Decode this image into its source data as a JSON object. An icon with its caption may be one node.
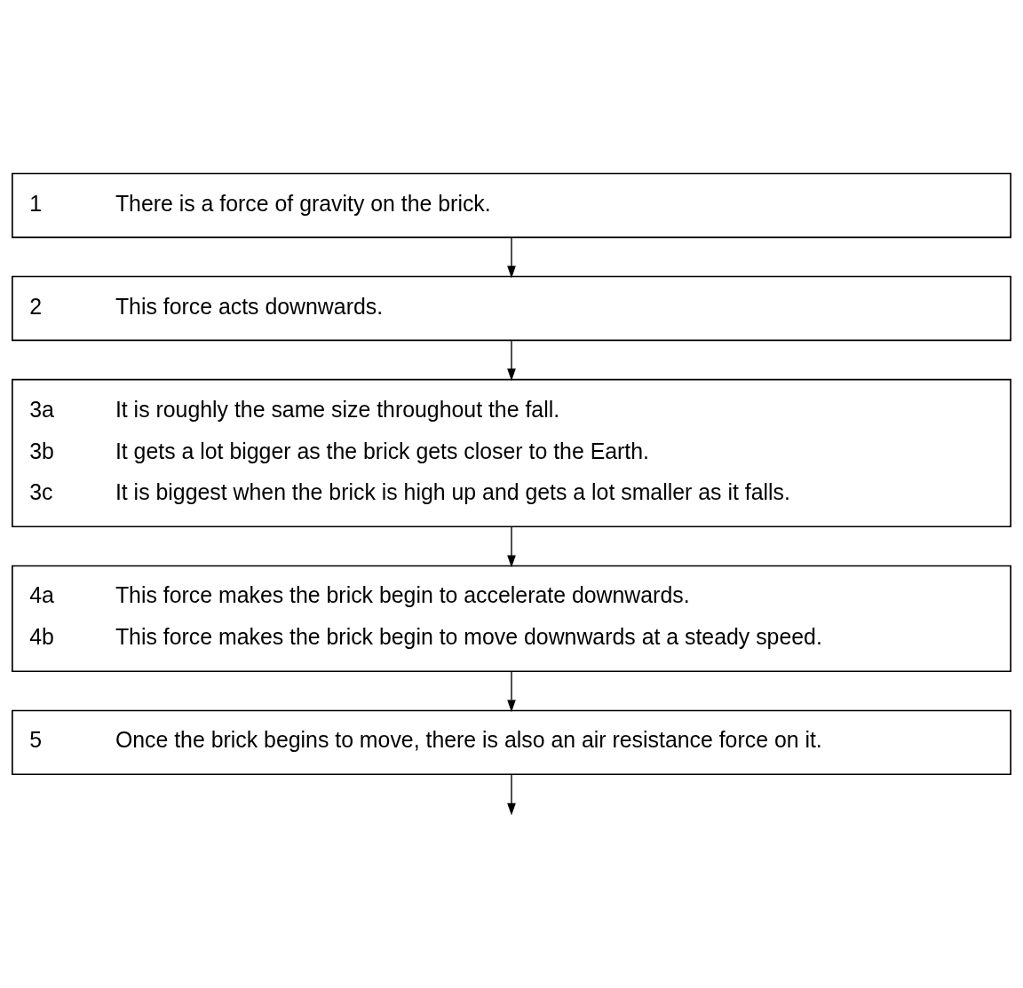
{
  "diagram": {
    "nodes": [
      {
        "text": [
          "1",
          "There is a force of gravity on the brick."
        ]
      },
      {
        "text": [
          "2",
          "This force acts downwards."
        ]
      },
      {
        "text": [
          "3a",
          "It is roughly the same size throughout the fall.",
          "3b",
          "It gets a lot bigger as the brick gets closer to the Earth.",
          "3c",
          "It is biggest when the brick is high up and gets a lot smaller as it falls."
        ]
      },
      {
        "text": [
          "4a",
          "This force makes the brick begin to accelerate downwards.",
          "4b",
          "This force makes the brick begin to move downwards at a steady speed."
        ]
      },
      {
        "text": [
          "5",
          "Once the brick begins to move, there is also an air resistance force on it."
        ]
      }
    ],
    "edges": [
      {
        "from": 0,
        "to": 1,
        "arrow": "to"
      },
      {
        "from": 1,
        "to": 2,
        "arrow": "to"
      },
      {
        "from": 2,
        "to": 3,
        "arrow": "to"
      },
      {
        "from": 3,
        "to": 4,
        "arrow": "to"
      },
      {
        "from": 4,
        "to": null,
        "arrow": "to"
      }
    ]
  }
}
